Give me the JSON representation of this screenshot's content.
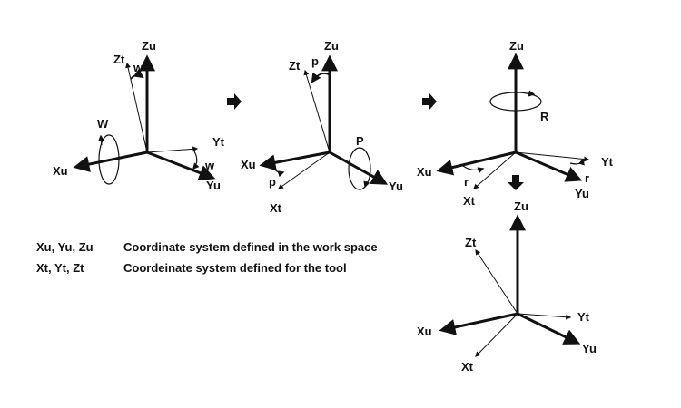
{
  "diagram": {
    "panel1": {
      "zu": "Zu",
      "zt": "Zt",
      "w_top": "w",
      "w_big": "W",
      "yt": "Yt",
      "w_right": "w",
      "xu": "Xu",
      "yu": "Yu"
    },
    "panel2": {
      "zu": "Zu",
      "zt": "Zt",
      "p_top": "p",
      "p_big": "P",
      "xu": "Xu",
      "p_left": "p",
      "xt": "Xt",
      "yu": "Yu"
    },
    "panel3": {
      "zu": "Zu",
      "r_big": "R",
      "xu": "Xu",
      "r_left": "r",
      "xt": "Xt",
      "yt": "Yt",
      "r_right": "r",
      "yu": "Yu"
    },
    "panel4": {
      "zu": "Zu",
      "zt": "Zt",
      "xu": "Xu",
      "yt": "Yt",
      "xt": "Xt",
      "yu": "Yu"
    }
  },
  "legend": {
    "rows": [
      {
        "key": "Xu, Yu, Zu",
        "desc": "Coordinate system defined in the work space"
      },
      {
        "key": "Xt, Yt, Zt",
        "desc": "Coordeinate system defined for the tool"
      }
    ]
  }
}
